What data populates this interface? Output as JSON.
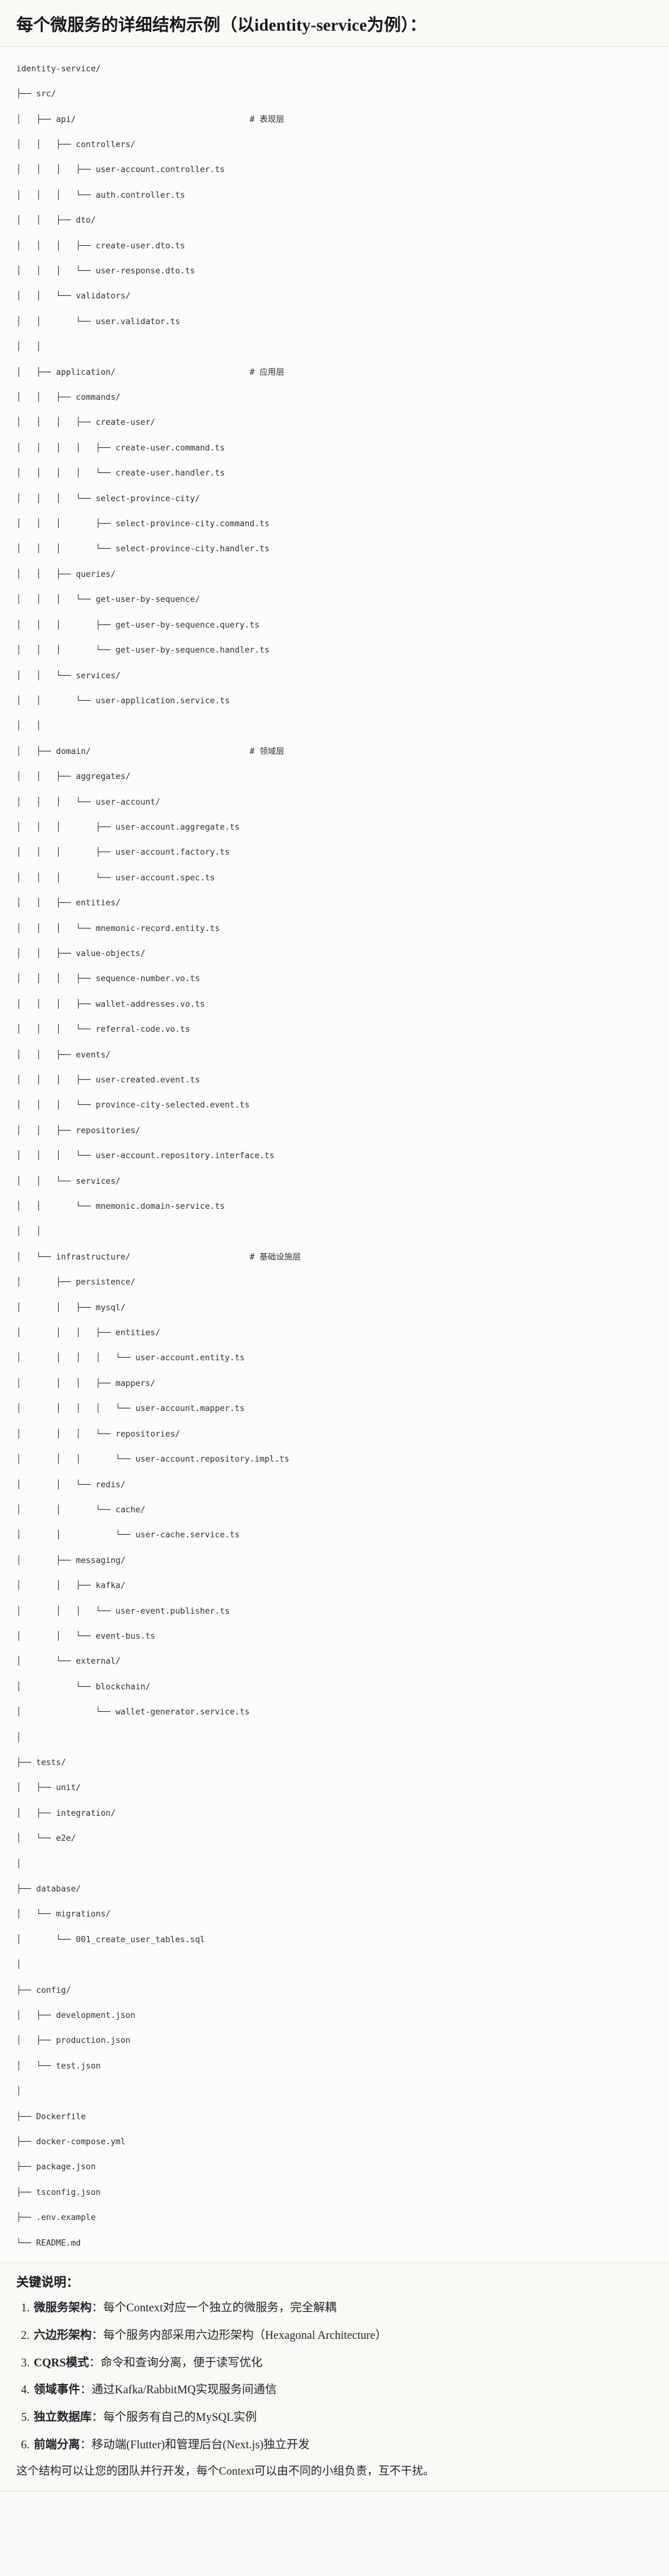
{
  "header": {
    "title": "每个微服务的详细结构示例（以identity-service为例）："
  },
  "tree": {
    "root_label": "identity-service/",
    "lines": [
      {
        "prefix": "",
        "name": "identity-service/",
        "comment": ""
      },
      {
        "prefix": "├── ",
        "name": "src/",
        "comment": ""
      },
      {
        "prefix": "│   ├── ",
        "name": "api/",
        "comment": "# 表现层"
      },
      {
        "prefix": "│   │   ├── ",
        "name": "controllers/",
        "comment": ""
      },
      {
        "prefix": "│   │   │   ├── ",
        "name": "user-account.controller.ts",
        "comment": ""
      },
      {
        "prefix": "│   │   │   └── ",
        "name": "auth.controller.ts",
        "comment": ""
      },
      {
        "prefix": "│   │   ├── ",
        "name": "dto/",
        "comment": ""
      },
      {
        "prefix": "│   │   │   ├── ",
        "name": "create-user.dto.ts",
        "comment": ""
      },
      {
        "prefix": "│   │   │   └── ",
        "name": "user-response.dto.ts",
        "comment": ""
      },
      {
        "prefix": "│   │   └── ",
        "name": "validators/",
        "comment": ""
      },
      {
        "prefix": "│   │       └── ",
        "name": "user.validator.ts",
        "comment": ""
      },
      {
        "prefix": "│   │",
        "name": "",
        "comment": ""
      },
      {
        "prefix": "│   ├── ",
        "name": "application/",
        "comment": "# 应用层"
      },
      {
        "prefix": "│   │   ├── ",
        "name": "commands/",
        "comment": ""
      },
      {
        "prefix": "│   │   │   ├── ",
        "name": "create-user/",
        "comment": ""
      },
      {
        "prefix": "│   │   │   │   ├── ",
        "name": "create-user.command.ts",
        "comment": ""
      },
      {
        "prefix": "│   │   │   │   └── ",
        "name": "create-user.handler.ts",
        "comment": ""
      },
      {
        "prefix": "│   │   │   └── ",
        "name": "select-province-city/",
        "comment": ""
      },
      {
        "prefix": "│   │   │       ├── ",
        "name": "select-province-city.command.ts",
        "comment": ""
      },
      {
        "prefix": "│   │   │       └── ",
        "name": "select-province-city.handler.ts",
        "comment": ""
      },
      {
        "prefix": "│   │   ├── ",
        "name": "queries/",
        "comment": ""
      },
      {
        "prefix": "│   │   │   └── ",
        "name": "get-user-by-sequence/",
        "comment": ""
      },
      {
        "prefix": "│   │   │       ├── ",
        "name": "get-user-by-sequence.query.ts",
        "comment": ""
      },
      {
        "prefix": "│   │   │       └── ",
        "name": "get-user-by-sequence.handler.ts",
        "comment": ""
      },
      {
        "prefix": "│   │   └── ",
        "name": "services/",
        "comment": ""
      },
      {
        "prefix": "│   │       └── ",
        "name": "user-application.service.ts",
        "comment": ""
      },
      {
        "prefix": "│   │",
        "name": "",
        "comment": ""
      },
      {
        "prefix": "│   ├── ",
        "name": "domain/",
        "comment": "# 领域层"
      },
      {
        "prefix": "│   │   ├── ",
        "name": "aggregates/",
        "comment": ""
      },
      {
        "prefix": "│   │   │   └── ",
        "name": "user-account/",
        "comment": ""
      },
      {
        "prefix": "│   │   │       ├── ",
        "name": "user-account.aggregate.ts",
        "comment": ""
      },
      {
        "prefix": "│   │   │       ├── ",
        "name": "user-account.factory.ts",
        "comment": ""
      },
      {
        "prefix": "│   │   │       └── ",
        "name": "user-account.spec.ts",
        "comment": ""
      },
      {
        "prefix": "│   │   ├── ",
        "name": "entities/",
        "comment": ""
      },
      {
        "prefix": "│   │   │   └── ",
        "name": "mnemonic-record.entity.ts",
        "comment": ""
      },
      {
        "prefix": "│   │   ├── ",
        "name": "value-objects/",
        "comment": ""
      },
      {
        "prefix": "│   │   │   ├── ",
        "name": "sequence-number.vo.ts",
        "comment": ""
      },
      {
        "prefix": "│   │   │   ├── ",
        "name": "wallet-addresses.vo.ts",
        "comment": ""
      },
      {
        "prefix": "│   │   │   └── ",
        "name": "referral-code.vo.ts",
        "comment": ""
      },
      {
        "prefix": "│   │   ├── ",
        "name": "events/",
        "comment": ""
      },
      {
        "prefix": "│   │   │   ├── ",
        "name": "user-created.event.ts",
        "comment": ""
      },
      {
        "prefix": "│   │   │   └── ",
        "name": "province-city-selected.event.ts",
        "comment": ""
      },
      {
        "prefix": "│   │   ├── ",
        "name": "repositories/",
        "comment": ""
      },
      {
        "prefix": "│   │   │   └── ",
        "name": "user-account.repository.interface.ts",
        "comment": ""
      },
      {
        "prefix": "│   │   └── ",
        "name": "services/",
        "comment": ""
      },
      {
        "prefix": "│   │       └── ",
        "name": "mnemonic.domain-service.ts",
        "comment": ""
      },
      {
        "prefix": "│   │",
        "name": "",
        "comment": ""
      },
      {
        "prefix": "│   └── ",
        "name": "infrastructure/",
        "comment": "# 基础设施层"
      },
      {
        "prefix": "│       ├── ",
        "name": "persistence/",
        "comment": ""
      },
      {
        "prefix": "│       │   ├── ",
        "name": "mysql/",
        "comment": ""
      },
      {
        "prefix": "│       │   │   ├── ",
        "name": "entities/",
        "comment": ""
      },
      {
        "prefix": "│       │   │   │   └── ",
        "name": "user-account.entity.ts",
        "comment": ""
      },
      {
        "prefix": "│       │   │   ├── ",
        "name": "mappers/",
        "comment": ""
      },
      {
        "prefix": "│       │   │   │   └── ",
        "name": "user-account.mapper.ts",
        "comment": ""
      },
      {
        "prefix": "│       │   │   └── ",
        "name": "repositories/",
        "comment": ""
      },
      {
        "prefix": "│       │   │       └── ",
        "name": "user-account.repository.impl.ts",
        "comment": ""
      },
      {
        "prefix": "│       │   └── ",
        "name": "redis/",
        "comment": ""
      },
      {
        "prefix": "│       │       └── ",
        "name": "cache/",
        "comment": ""
      },
      {
        "prefix": "│       │           └── ",
        "name": "user-cache.service.ts",
        "comment": ""
      },
      {
        "prefix": "│       ├── ",
        "name": "messaging/",
        "comment": ""
      },
      {
        "prefix": "│       │   ├── ",
        "name": "kafka/",
        "comment": ""
      },
      {
        "prefix": "│       │   │   └── ",
        "name": "user-event.publisher.ts",
        "comment": ""
      },
      {
        "prefix": "│       │   └── ",
        "name": "event-bus.ts",
        "comment": ""
      },
      {
        "prefix": "│       └── ",
        "name": "external/",
        "comment": ""
      },
      {
        "prefix": "│           └── ",
        "name": "blockchain/",
        "comment": ""
      },
      {
        "prefix": "│               └── ",
        "name": "wallet-generator.service.ts",
        "comment": ""
      },
      {
        "prefix": "│",
        "name": "",
        "comment": ""
      },
      {
        "prefix": "├── ",
        "name": "tests/",
        "comment": ""
      },
      {
        "prefix": "│   ├── ",
        "name": "unit/",
        "comment": ""
      },
      {
        "prefix": "│   ├── ",
        "name": "integration/",
        "comment": ""
      },
      {
        "prefix": "│   └── ",
        "name": "e2e/",
        "comment": ""
      },
      {
        "prefix": "│",
        "name": "",
        "comment": ""
      },
      {
        "prefix": "├── ",
        "name": "database/",
        "comment": ""
      },
      {
        "prefix": "│   └── ",
        "name": "migrations/",
        "comment": ""
      },
      {
        "prefix": "│       └── ",
        "name": "001_create_user_tables.sql",
        "comment": ""
      },
      {
        "prefix": "│",
        "name": "",
        "comment": ""
      },
      {
        "prefix": "├── ",
        "name": "config/",
        "comment": ""
      },
      {
        "prefix": "│   ├── ",
        "name": "development.json",
        "comment": ""
      },
      {
        "prefix": "│   ├── ",
        "name": "production.json",
        "comment": ""
      },
      {
        "prefix": "│   └── ",
        "name": "test.json",
        "comment": ""
      },
      {
        "prefix": "│",
        "name": "",
        "comment": ""
      },
      {
        "prefix": "├── ",
        "name": "Dockerfile",
        "comment": ""
      },
      {
        "prefix": "├── ",
        "name": "docker-compose.yml",
        "comment": ""
      },
      {
        "prefix": "├── ",
        "name": "package.json",
        "comment": ""
      },
      {
        "prefix": "├── ",
        "name": "tsconfig.json",
        "comment": ""
      },
      {
        "prefix": "├── ",
        "name": ".env.example",
        "comment": ""
      },
      {
        "prefix": "└── ",
        "name": "README.md",
        "comment": ""
      }
    ]
  },
  "notes": {
    "title": "关键说明：",
    "items": [
      {
        "term": "微服务架构",
        "sep": "：",
        "text": "每个Context对应一个独立的微服务，完全解耦"
      },
      {
        "term": "六边形架构",
        "sep": "：",
        "text": "每个服务内部采用六边形架构（Hexagonal Architecture）"
      },
      {
        "term": "CQRS模式",
        "sep": "：",
        "text": "命令和查询分离，便于读写优化"
      },
      {
        "term": "领域事件",
        "sep": "：",
        "text": "通过Kafka/RabbitMQ实现服务间通信"
      },
      {
        "term": "独立数据库",
        "sep": "：",
        "text": "每个服务有自己的MySQL实例"
      },
      {
        "term": "前端分离",
        "sep": "：",
        "text": "移动端(Flutter)和管理后台(Next.js)独立开发"
      }
    ],
    "footer": "这个结构可以让您的团队并行开发，每个Context可以由不同的小组负责，互不干扰。"
  }
}
